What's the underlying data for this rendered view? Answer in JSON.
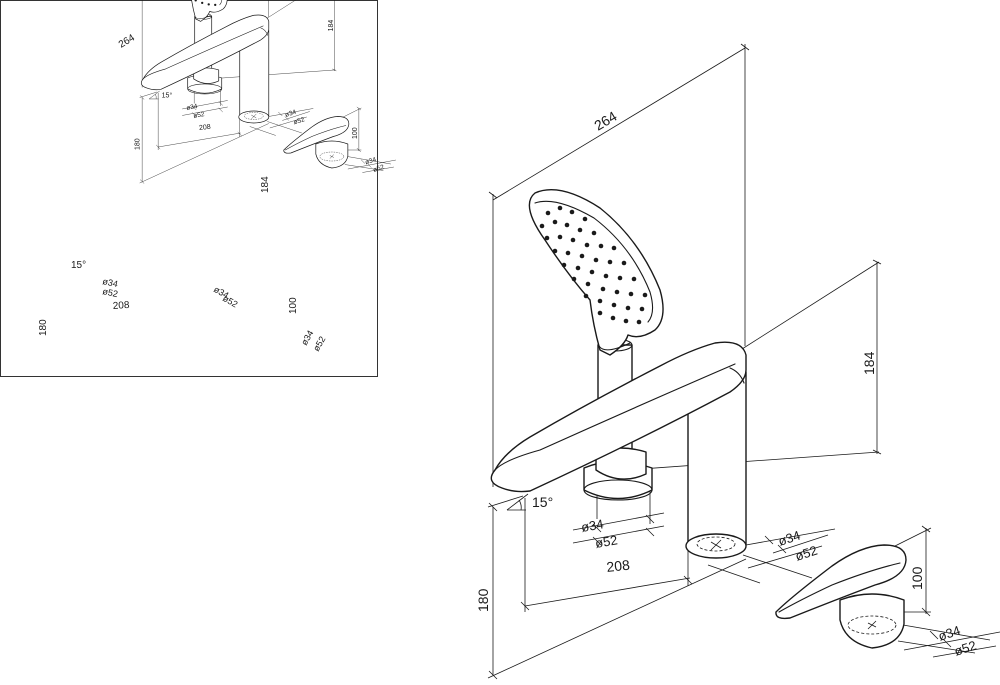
{
  "diagram": {
    "thumbnail_labels": {
      "width_264": "264",
      "height_184": "184",
      "height_180": "180",
      "spout_208": "208",
      "angle_15": "15°",
      "d34_spout": "ø34",
      "d52_spout": "ø52",
      "d34_base": "ø34",
      "d52_base": "ø52",
      "height_100": "100",
      "d34_mixer": "ø34",
      "d52_mixer": "ø52"
    },
    "main_labels": {
      "width_264": "264",
      "height_184": "184",
      "height_180": "180",
      "spout_208": "208",
      "angle_15": "15°",
      "d34_spout": "ø34",
      "d52_spout": "ø52",
      "d34_base": "ø34",
      "d52_base": "ø52",
      "height_100": "100",
      "d34_mixer": "ø34",
      "d52_mixer": "ø52"
    },
    "colors": {
      "line": "#1a1a1a",
      "background": "#ffffff"
    }
  }
}
